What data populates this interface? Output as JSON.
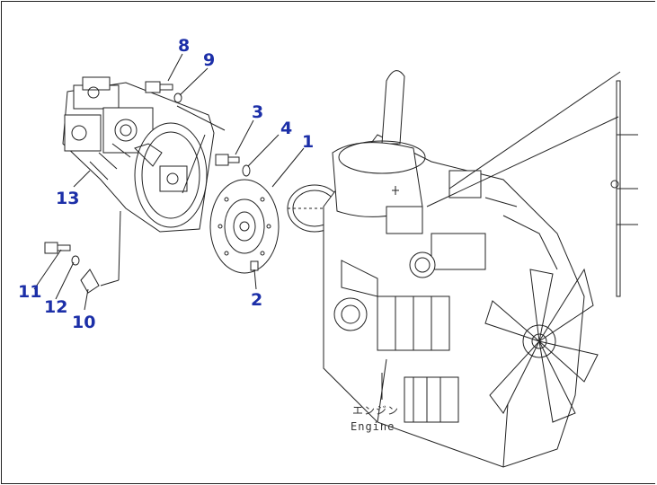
{
  "diagram": {
    "callouts": {
      "c1": "1",
      "c2": "2",
      "c3": "3",
      "c4": "4",
      "c8": "8",
      "c9": "9",
      "c10": "10",
      "c11": "11",
      "c12": "12",
      "c13": "13"
    },
    "engine_label_jp": "エンジン",
    "engine_label_en": "Engine"
  },
  "colors": {
    "callout": "#1c2fa8",
    "line": "#222222",
    "background": "#ffffff"
  }
}
